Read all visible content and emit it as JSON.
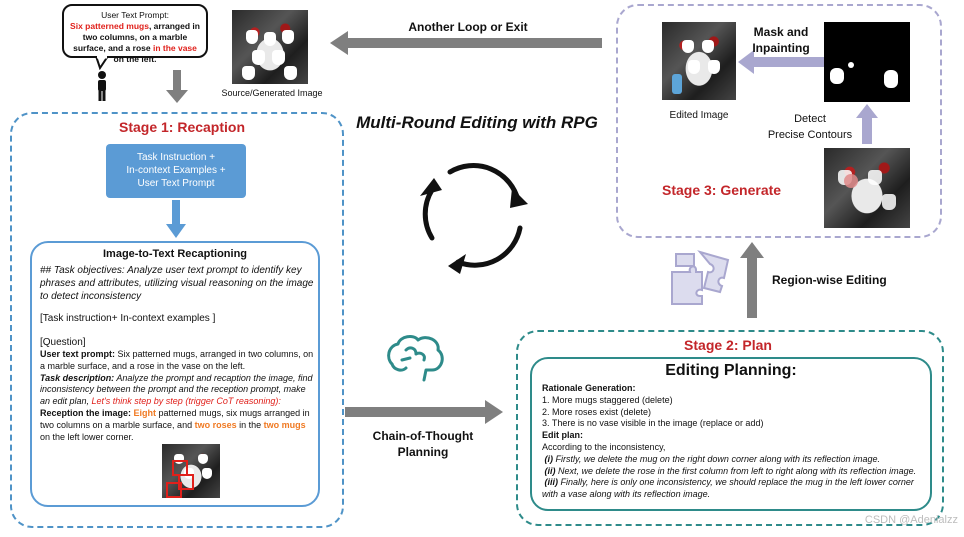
{
  "prompt_bubble": {
    "title": "User Text Prompt:",
    "part1": "Six patterned mugs",
    "part2": ", arranged in two columns, on a marble surface, and a rose ",
    "part3": "in the vase",
    "part4": " on the left."
  },
  "source_caption": "Source/Generated Image",
  "loop_label": "Another Loop or Exit",
  "center_title": "Multi-Round Editing with RPG",
  "stage1": {
    "title": "Stage 1: Recaption",
    "input_box": [
      "Task Instruction +",
      "In-context Examples +",
      "User Text Prompt"
    ],
    "recap_title": "Image-to-Text Recaptioning",
    "objectives": "## Task objectives: Analyze user text prompt to identify key phrases and attributes,  utilizing visual reasoning on the image to detect inconsistency",
    "examples": "[Task instruction+ In-context examples ]",
    "question": "[Question]",
    "utp_label": "User text prompt:",
    "utp_text": " Six patterned mugs, arranged in two columns, on a marble surface, and a rose in the vase on the left.",
    "td_label": "Task description:",
    "td_text": " Analyze the prompt and  recaption the image, find inconsistency between the prompt and the reception prompt, make an edit plan, ",
    "td_cot": "Let's think step by step (trigger CoT reasoning):",
    "ri_label": "Reception the image:",
    "ri_eight": "Eight",
    "ri_mid": " patterned mugs, six mugs arranged in two columns on a marble surface, and ",
    "ri_roses": "two roses",
    "ri_in": " in the ",
    "ri_mugs": "two mugs",
    "ri_end": " on the left lower corner."
  },
  "cot_label": [
    "Chain-of-Thought",
    "Planning"
  ],
  "stage2": {
    "title": "Stage 2:  Plan",
    "heading": "Editing Planning:",
    "rationale_label": "Rationale Generation:",
    "rationale": [
      "1. More mugs staggered    (delete)",
      "2. More roses exist (delete)",
      "3. There is no vase visible in the image (replace or add)"
    ],
    "edit_plan_label": "Edit plan:",
    "edit_intro": "According to the inconsistency,",
    "steps": [
      {
        "num": "(i)",
        "text": " Firstly, we delete the mug on the right down corner along with its reflection image."
      },
      {
        "num": "(ii)",
        "text": " Next, we delete the rose in the first column from left to right along with its reflection image."
      },
      {
        "num": "(iii)",
        "text": " Finally, here is only one inconsistency, we should replace the mug in the left lower corner with a vase along with its reflection image."
      }
    ]
  },
  "region_label": "Region-wise Editing",
  "stage3": {
    "title": "Stage 3: Generate",
    "mask_label": [
      "Mask and",
      "Inpainting"
    ],
    "edited_label": "Edited Image",
    "detect_label": [
      "Detect",
      "Precise Contours"
    ]
  },
  "watermark": "CSDN @Adenialzz",
  "colors": {
    "stage_dash": "#4f93c7",
    "stage3_dash": "#a9a7cf",
    "stage2_dash": "#2e8b8a",
    "title_red": "#c3262a",
    "arrow_gray": "#7f7f7f",
    "teal": "#2e8b8a"
  }
}
